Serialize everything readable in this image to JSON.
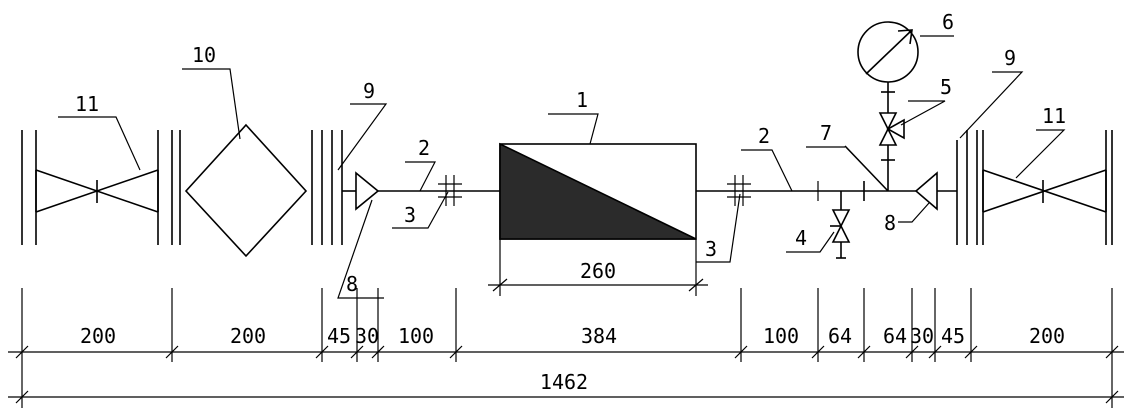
{
  "callouts": {
    "c1": "1",
    "c2a": "2",
    "c2b": "2",
    "c3a": "3",
    "c3b": "3",
    "c4": "4",
    "c5": "5",
    "c6": "6",
    "c7": "7",
    "c8a": "8",
    "c8b": "8",
    "c9a": "9",
    "c9b": "9",
    "c10": "10",
    "c11a": "11",
    "c11b": "11"
  },
  "dimensions": {
    "meter_width": "260",
    "segments": [
      "200",
      "200",
      "45",
      "30",
      "100",
      "384",
      "100",
      "64",
      "64",
      "30",
      "45",
      "200"
    ],
    "total": "1462"
  }
}
